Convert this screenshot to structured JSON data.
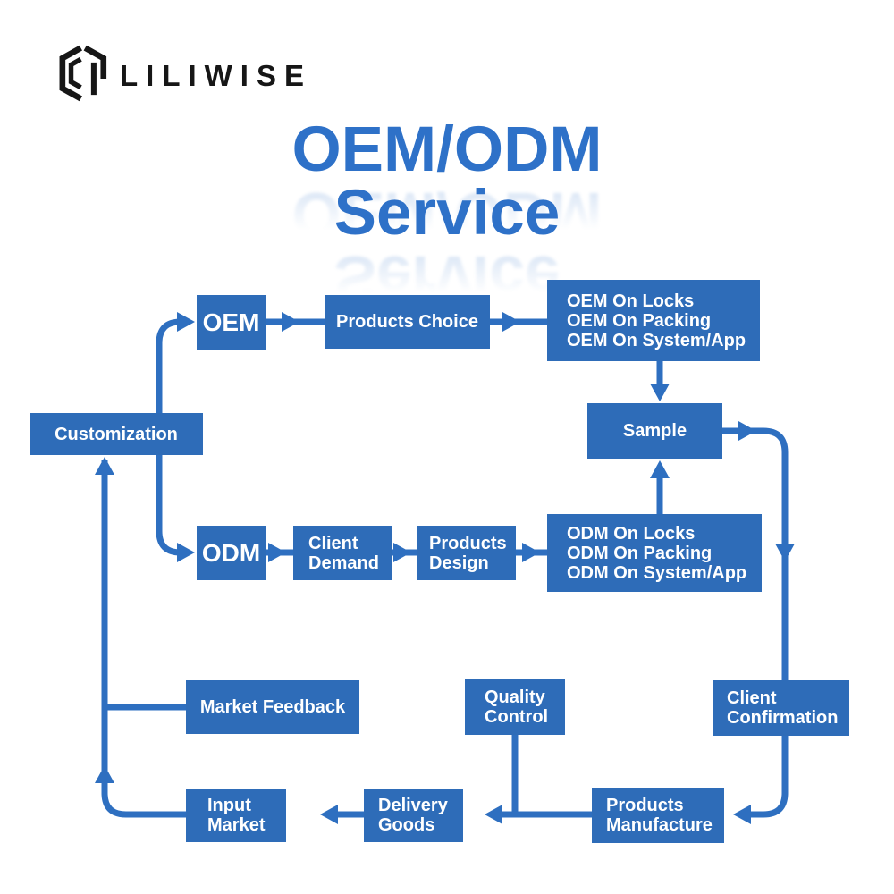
{
  "brand": {
    "name": "LILIWISE",
    "logo_icon": "liliwise-hexagon-logo"
  },
  "title": {
    "line1": "OEM/ODM",
    "line2": "Service"
  },
  "colors": {
    "accent": "#2e6cb8",
    "line": "#2e6fc0",
    "title": "#2e71c8",
    "logo_text": "#161616",
    "node_text": "#ffffff",
    "background": "#ffffff"
  },
  "flowchart": {
    "nodes": {
      "oem": {
        "label": "OEM"
      },
      "products_choice": {
        "label": "Products Choice"
      },
      "oem_on": {
        "lines": [
          "OEM On Locks",
          "OEM On Packing",
          "OEM On System/App"
        ]
      },
      "sample": {
        "label": "Sample"
      },
      "customization": {
        "label": "Customization"
      },
      "odm": {
        "label": "ODM"
      },
      "client_demand": {
        "lines": [
          "Client",
          "Demand"
        ]
      },
      "products_design": {
        "lines": [
          "Products",
          "Design"
        ]
      },
      "odm_on": {
        "lines": [
          "ODM On Locks",
          "ODM On Packing",
          "ODM On System/App"
        ]
      },
      "market_feedback": {
        "label": "Market Feedback"
      },
      "quality_control": {
        "lines": [
          "Quality",
          "Control"
        ]
      },
      "client_confirmation": {
        "lines": [
          "Client",
          "Confirmation"
        ]
      },
      "products_manufacture": {
        "lines": [
          "Products",
          "Manufacture"
        ]
      },
      "delivery_goods": {
        "lines": [
          "Delivery",
          "Goods"
        ]
      },
      "input_market": {
        "lines": [
          "Input",
          "Market"
        ]
      }
    }
  }
}
